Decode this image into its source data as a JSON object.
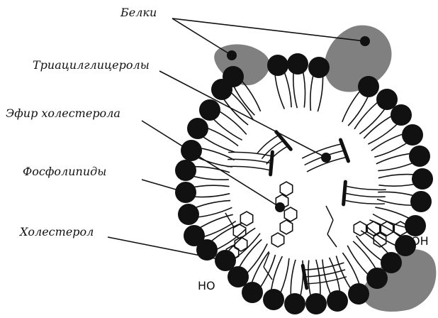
{
  "labels": {
    "proteins": "Белки",
    "triacylglycerols": "Триацилглицеролы",
    "cholesterol_ester": "Эфир холестерола",
    "phospholipids": "Фосфолипиды",
    "cholesterol": "Холестерол"
  },
  "chem": {
    "hydroxyl_left": "HO",
    "hydroxyl_right": "OH"
  },
  "colors": {
    "head": "#111111",
    "protein": "#808080",
    "line": "#111111"
  }
}
